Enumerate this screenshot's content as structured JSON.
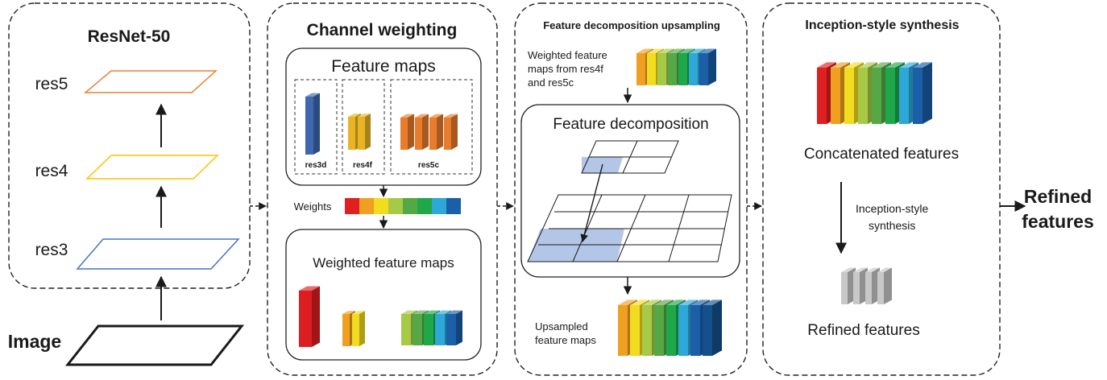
{
  "colors": {
    "panel_stroke": "#222222",
    "res3_stroke": "#4472c4",
    "res4_stroke": "#ffc000",
    "res5_stroke": "#ed7d31",
    "grid_highlight": "#b4c6e7",
    "weights_palette": [
      "#e02020",
      "#f0a020",
      "#f2dc20",
      "#a6c946",
      "#55a845",
      "#1fa84a",
      "#2ea8d8",
      "#1a5fa8"
    ],
    "block_blue": "#3f68b0",
    "block_yellow": "#e8b424",
    "block_orange": "#e87c2c",
    "block_red": "#dd1e20",
    "block_gray": "#c8c8c8"
  },
  "panel_resnet": {
    "title": "ResNet-50",
    "res5": "res5",
    "res4": "res4",
    "res3": "res3"
  },
  "input": {
    "label": "Image"
  },
  "panel_channel": {
    "title": "Channel weighting",
    "feature_maps_title": "Feature maps",
    "res3d_label": "res3d",
    "res4f_label": "res4f",
    "res5c_label": "res5c",
    "weights_label": "Weights",
    "weighted_title": "Weighted feature maps"
  },
  "panel_decomp": {
    "title": "Feature decomposition upsampling",
    "input_text_line1": "Weighted feature",
    "input_text_line2": "maps from res4f",
    "input_text_line3": "and res5c",
    "box_title": "Feature decomposition",
    "output_text_line1": "Upsampled",
    "output_text_line2": "feature maps"
  },
  "panel_inception": {
    "title": "Inception-style synthesis",
    "concat_label": "Concatenated features",
    "step_line1": "Inception-style",
    "step_line2": "synthesis",
    "refined_label": "Refined features"
  },
  "output": {
    "line1": "Refined",
    "line2": "features"
  }
}
